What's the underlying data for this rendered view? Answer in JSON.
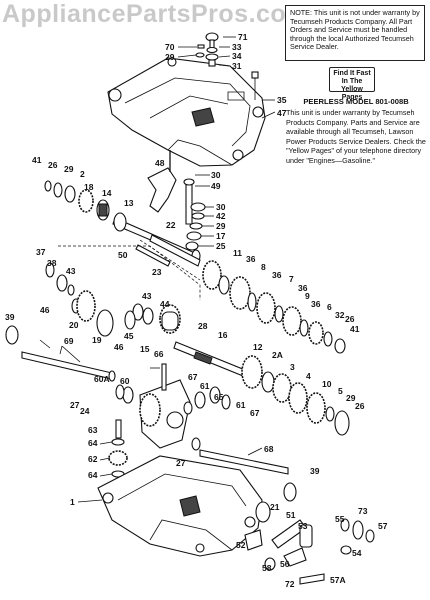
{
  "watermark": "AppliancePartsPros.com",
  "note": "NOTE: This unit is not under warranty by Tecumseh Products Company. All Part Orders and Service must be handled through the local Authorized Tecumseh Service Dealer.",
  "yellow_pages": {
    "line1": "Find It Fast",
    "line2": "In The",
    "line3": "Yellow Pages"
  },
  "peerless": {
    "title": "PEERLESS MODEL 801-008B",
    "body": "This unit is under warranty by Tecumseh Products Company. Parts and Service are available through all Tecumseh, Lawson Power Products Service Dealers. Check the \"Yellow Pages\" of your telephone directory under \"Engines—Gasoline.\""
  },
  "part_labels": {
    "p71": "71",
    "p70": "70",
    "p33": "33",
    "p29a": "29",
    "p34": "34",
    "p31": "31",
    "p35": "35",
    "p47": "47",
    "p41a": "41",
    "p26a": "26",
    "p29b": "29",
    "p2": "2",
    "p18": "18",
    "p14": "14",
    "p13": "13",
    "p48": "48",
    "p30a": "30",
    "p49": "49",
    "p30b": "30",
    "p42": "42",
    "p29c": "29",
    "p17": "17",
    "p25": "25",
    "p22": "22",
    "p50": "50",
    "p23": "23",
    "p37": "37",
    "p38": "38",
    "p43a": "43",
    "p46a": "46",
    "p20": "20",
    "p39a": "39",
    "p19": "19",
    "p43b": "43",
    "p44": "44",
    "p45": "45",
    "p46b": "46",
    "p15": "15",
    "p28": "28",
    "p16": "16",
    "p11": "11",
    "p36a": "36",
    "p8": "8",
    "p36b": "36",
    "p7": "7",
    "p36c": "36",
    "p9": "9",
    "p36d": "36",
    "p6": "6",
    "p32": "32",
    "p26b": "26",
    "p41b": "41",
    "p69": "69",
    "p66": "66",
    "p12": "12",
    "p2A": "2A",
    "p3": "3",
    "p4": "4",
    "p10": "10",
    "p5": "5",
    "p29d": "29",
    "p26c": "26",
    "p67a": "67",
    "p61a": "61",
    "p65": "65",
    "p61b": "61",
    "p67b": "67",
    "p60A": "60A",
    "p60": "60",
    "p27a": "27",
    "p24": "24",
    "p63": "63",
    "p64a": "64",
    "p62": "62",
    "p64b": "64",
    "p27b": "27",
    "p68": "68",
    "p39b": "39",
    "p1": "1",
    "p21": "21",
    "p51": "51",
    "p53": "53",
    "p52": "52",
    "p55": "55",
    "p73": "73",
    "p57": "57",
    "p54": "54",
    "p58": "58",
    "p56": "56",
    "p72": "72",
    "p57A": "57A"
  }
}
